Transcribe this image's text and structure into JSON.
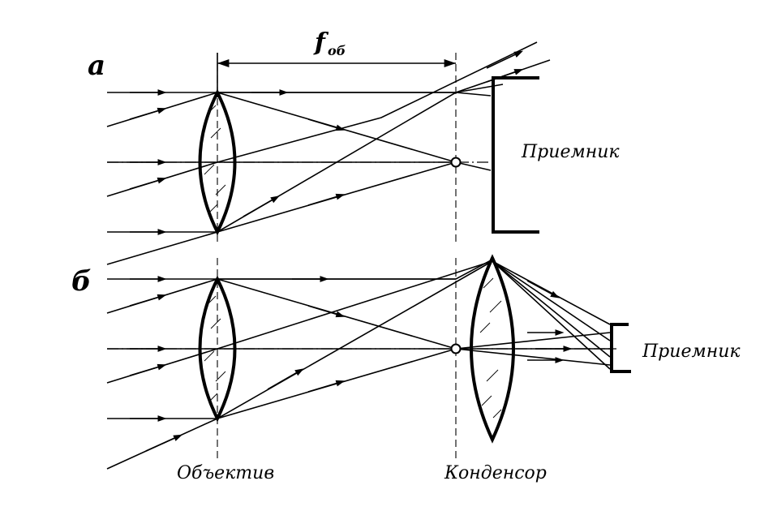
{
  "labels": {
    "part_a": "а",
    "part_b": "б",
    "focal_symbol": "f",
    "focal_subscript": "об",
    "receiver_a": "Приемник",
    "receiver_b": "Приемник",
    "objective": "Объектив",
    "condenser": "Конденсор"
  }
}
